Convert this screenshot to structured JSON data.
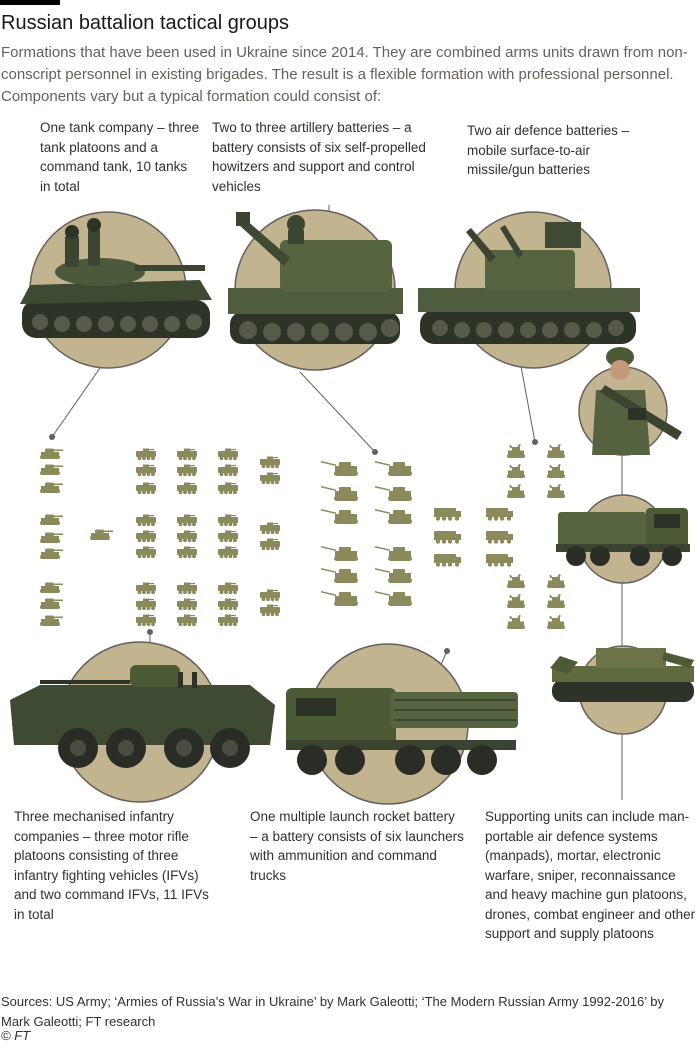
{
  "header": {
    "title": "Russian battalion tactical groups",
    "subtitle": "Formations that have been used in Ukraine since 2014. They are combined arms units drawn from non-conscript personnel in existing brigades. The result is a flexible formation with professional personnel. Components vary but a typical formation could consist of:"
  },
  "components": {
    "tanks": "One tank company – three tank platoons and a command tank, 10 tanks in total",
    "artillery": "Two to three artillery batteries – a battery consists of six self-propelled howitzers and support and control vehicles",
    "air_defence": "Two air defence batteries – mobile surface-to-air missile/gun batteries",
    "infantry": "Three mechanised infantry companies – three motor rifle platoons consisting of three infantry fighting vehicles (IFVs) and two command IFVs, 11 IFVs in total",
    "rockets": "One multiple launch rocket battery – a battery consists of six launchers with ammunition and command trucks",
    "support": "Supporting units can include man-portable air defence systems (manpads), mortar, electronic warfare, sniper, reconnaissance and heavy machine gun platoons, drones, combat engineer and other support and supply platoons"
  },
  "footer": {
    "sources": "Sources: US Army; ‘Armies of Russia’s War in Ukraine’ by Mark Galeotti; ‘The Modern Russian Army 1992-2016’ by Mark Galeotti; FT research",
    "copyright": "© FT"
  },
  "colors": {
    "icon_olive": "#8b8a5a",
    "circle_fill": "#c2b48f",
    "vehicle_green": "#4c5a35",
    "line": "#66605c",
    "text": "#33302e"
  }
}
